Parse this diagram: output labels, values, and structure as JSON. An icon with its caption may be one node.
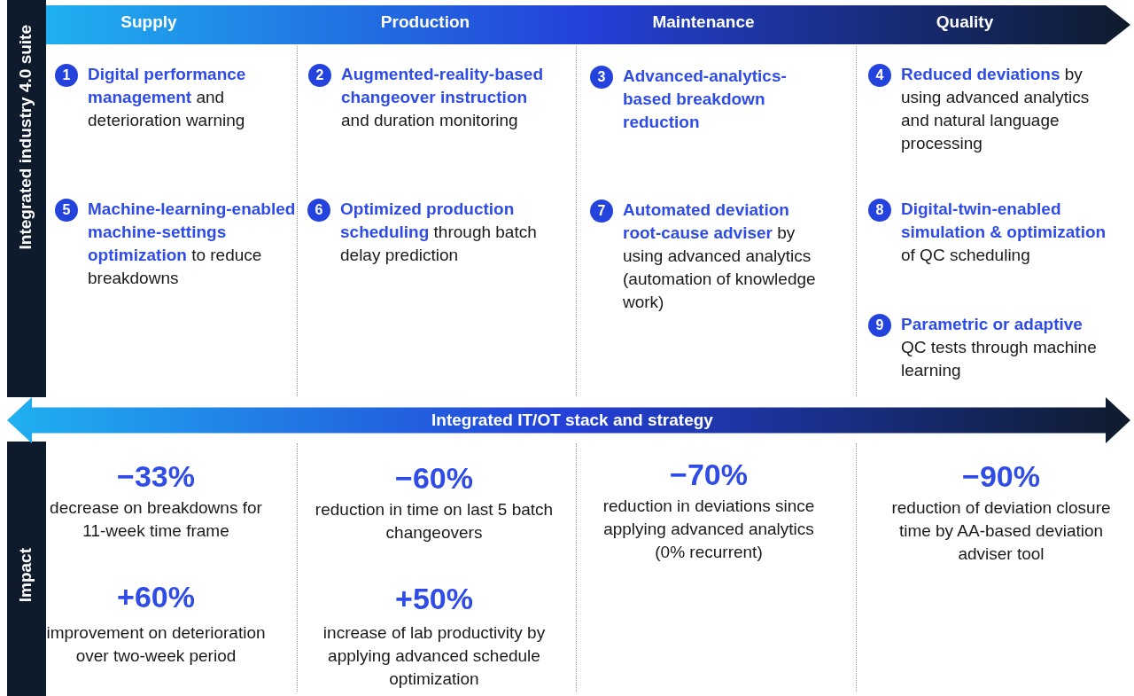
{
  "diagram": {
    "nodes": [
      {
        "text": [
          "Supply",
          "Production",
          "Maintenance",
          "Quality"
        ]
      },
      {
        "text": [
          "Integrated industry 4.0 suite"
        ]
      },
      {
        "text": [
          "Impact"
        ]
      },
      {
        "text": [
          "Integrated IT/OT stack and strategy"
        ]
      },
      {
        "text": [
          "1"
        ],
        "beside": [
          "**Digital performance management** and deterioration warning"
        ]
      },
      {
        "text": [
          "2"
        ],
        "beside": [
          "**Augmented-reality-based changeover instruction** and duration monitoring"
        ]
      },
      {
        "text": [
          "3"
        ],
        "beside": [
          "**Advanced-analytics-based breakdown reduction**"
        ]
      },
      {
        "text": [
          "4"
        ],
        "beside": [
          "**Reduced deviations** by using advanced analytics and natural language processing"
        ]
      },
      {
        "text": [
          "5"
        ],
        "beside": [
          "**Machine-learning-enabled machine-settings optimization** to reduce breakdowns"
        ]
      },
      {
        "text": [
          "6"
        ],
        "beside": [
          "**Optimized production scheduling** through batch delay prediction"
        ]
      },
      {
        "text": [
          "7"
        ],
        "beside": [
          "**Automated deviation root-cause adviser** by using advanced analytics (automation of knowledge work)"
        ]
      },
      {
        "text": [
          "8"
        ],
        "beside": [
          "**Digital-twin-enabled simulation & optimization** of QC scheduling"
        ]
      },
      {
        "text": [
          "9"
        ],
        "beside": [
          "**Parametric or adaptive** QC tests through machine learning"
        ]
      }
    ],
    "labels": [
      "−33%",
      "decrease on breakdowns for 11-week time frame",
      "−60%",
      "reduction in time on last 5 batch changeovers",
      "−70%",
      "reduction in deviations since applying advanced analytics (0% recurrent)",
      "−90%",
      "reduction of deviation closure time by AA-based deviation adviser tool",
      "+60%",
      "improvement on deterioration over two-week period",
      "+50%",
      "increase of lab productivity by applying advanced schedule optimization"
    ]
  }
}
